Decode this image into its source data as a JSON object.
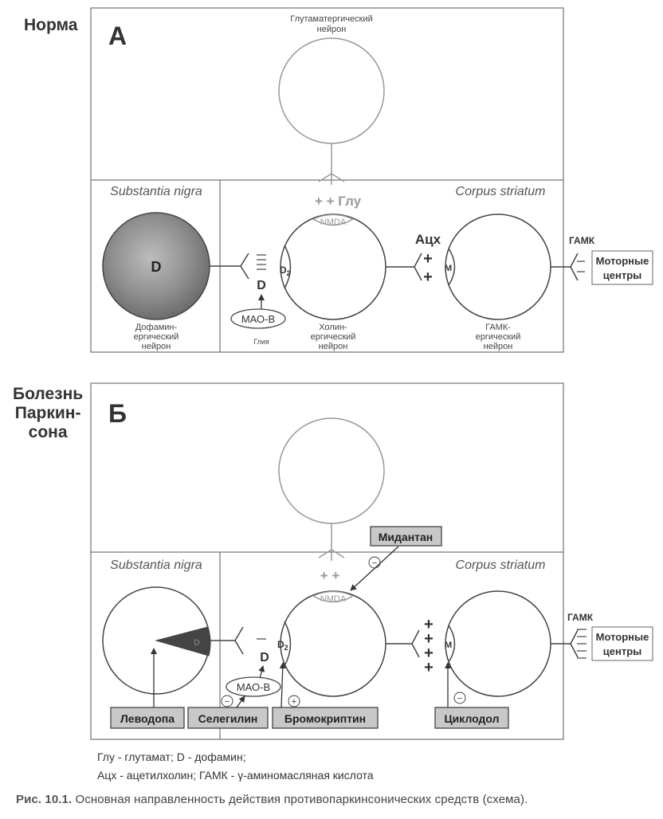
{
  "panelA": {
    "side_label": "Норма",
    "letter": "А",
    "glu_neuron_label": [
      "Глутаматергический",
      "нейрон"
    ],
    "glu_transmitter": "+ + Глу",
    "substantia_nigra": "Substantia nigra",
    "corpus_striatum": "Corpus striatum",
    "dopamine_letter": "D",
    "dopamine_neuron_label": [
      "Дофамин-",
      "ергический",
      "нейрон"
    ],
    "released_dopamine": "D",
    "mao_b": "МАО-В",
    "glia": "Глия",
    "nmda": "NMDA",
    "d2": "D",
    "d2_sub": "2",
    "cholinergic_label": [
      "Холин-",
      "ергический",
      "нейрон"
    ],
    "ach": "Ацх",
    "ach_plus": "+",
    "m": "M",
    "gaba_neuron_label": [
      "ГАМК-",
      "ергический",
      "нейрон"
    ],
    "gaba": "ГАМК",
    "motor_centers": [
      "Моторные",
      "центры"
    ]
  },
  "panelB": {
    "side_label": [
      "Болезнь",
      "Паркин-",
      "сона"
    ],
    "letter": "Б",
    "glu_plus": "+ +",
    "substantia_nigra": "Substantia nigra",
    "corpus_striatum": "Corpus striatum",
    "dopamine_letter": "D",
    "released_dopamine": "D",
    "mao_b": "МАО-В",
    "nmda": "NMDA",
    "d2": "D",
    "d2_sub": "2",
    "m": "M",
    "ach_plus": "+",
    "gaba": "ГАМК",
    "motor_centers": [
      "Моторные",
      "центры"
    ],
    "drugs": {
      "midantan": "Мидантан",
      "levodopa": "Леводопа",
      "selegilin": "Селегилин",
      "bromocriptin": "Бромокриптин",
      "cyclodol": "Циклодол"
    },
    "minus": "−",
    "plus": "+"
  },
  "legend": [
    "Глу - глутамат; D - дофамин;",
    "Ацх - ацетилхолин; ГАМК - γ-аминомасляная кислота"
  ],
  "caption": {
    "label": "Рис. 10.1.",
    "text": "Основная направленность действия противопаркинсонических средств (схема)."
  }
}
